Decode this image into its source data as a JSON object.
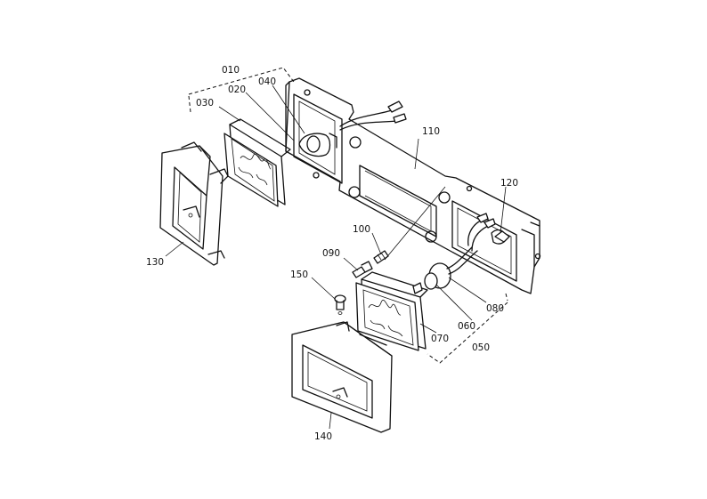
{
  "labels": {
    "p010": "010",
    "p020": "020",
    "p030": "030",
    "p040": "040",
    "p050": "050",
    "p060": "060",
    "p070": "070",
    "p080": "080",
    "p090": "090",
    "p100": "100",
    "p110": "110",
    "p120": "120",
    "p130": "130",
    "p140": "140",
    "p150": "150"
  }
}
